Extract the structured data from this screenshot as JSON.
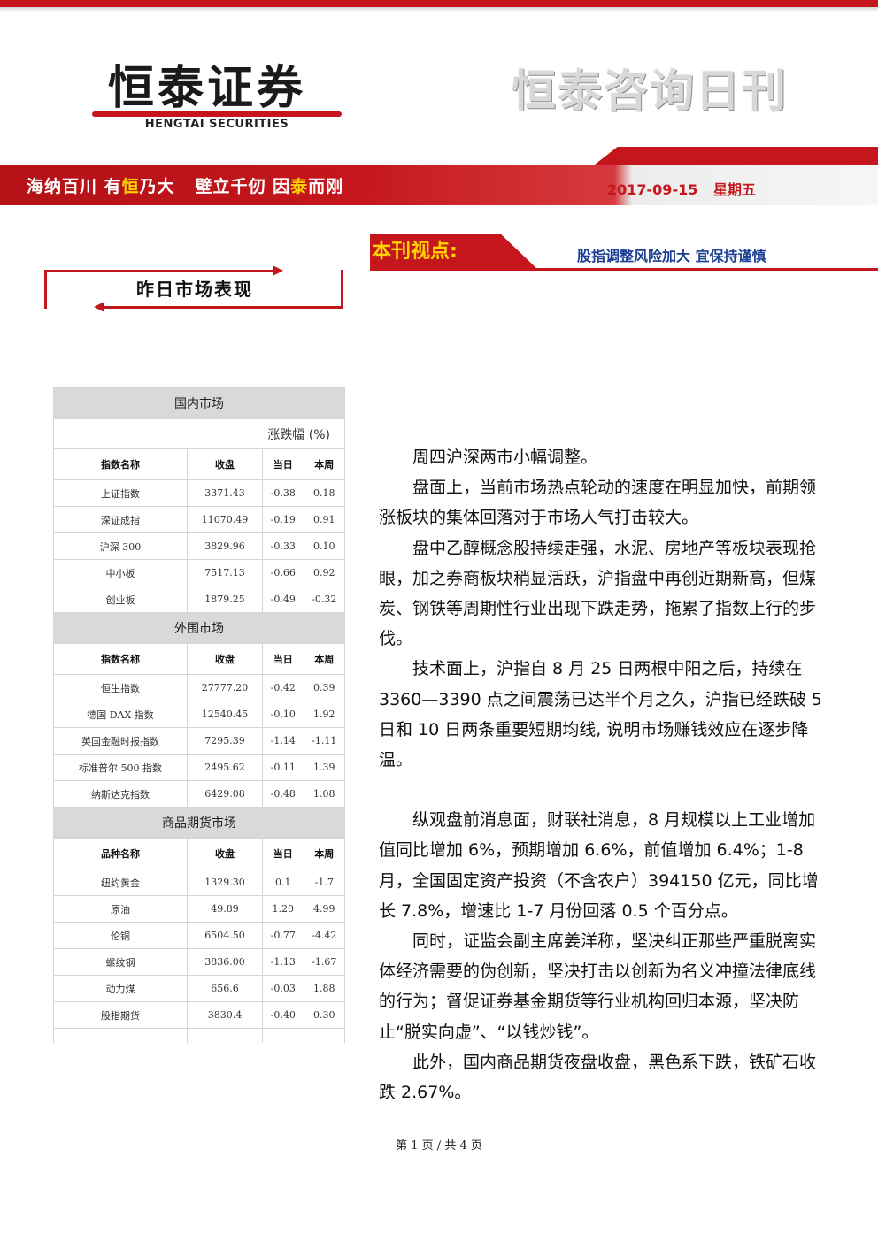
{
  "header": {
    "logo_cn": "恒泰证券",
    "logo_en": "HENGTAI SECURITIES",
    "daily_title": "恒泰咨询日刊",
    "slogan_parts": [
      "海纳百川 有",
      "恒",
      "乃大",
      "壁立千仞 因",
      "泰",
      "而刚"
    ],
    "date": "2017-09-15",
    "weekday": "星期五"
  },
  "viewpoint": {
    "label": "本刊视点:",
    "text": "股指调整风险加大 宜保持谨慎"
  },
  "section_title": "昨日市场表现",
  "market_table": {
    "unit_label": "涨跌幅 (%)",
    "groups": [
      {
        "name": "国内市场",
        "headers": [
          "指数名称",
          "收盘",
          "当日",
          "本周"
        ],
        "rows": [
          [
            "上证指数",
            "3371.43",
            "-0.38",
            "0.18"
          ],
          [
            "深证成指",
            "11070.49",
            "-0.19",
            "0.91"
          ],
          [
            "沪深 300",
            "3829.96",
            "-0.33",
            "0.10"
          ],
          [
            "中小板",
            "7517.13",
            "-0.66",
            "0.92"
          ],
          [
            "创业板",
            "1879.25",
            "-0.49",
            "-0.32"
          ]
        ]
      },
      {
        "name": "外围市场",
        "headers": [
          "指数名称",
          "收盘",
          "当日",
          "本周"
        ],
        "rows": [
          [
            "恒生指数",
            "27777.20",
            "-0.42",
            "0.39"
          ],
          [
            "德国 DAX 指数",
            "12540.45",
            "-0.10",
            "1.92"
          ],
          [
            "英国金融时报指数",
            "7295.39",
            "-1.14",
            "-1.11"
          ],
          [
            "标准普尔 500 指数",
            "2495.62",
            "-0.11",
            "1.39"
          ],
          [
            "纳斯达克指数",
            "6429.08",
            "-0.48",
            "1.08"
          ]
        ]
      },
      {
        "name": "商品期货市场",
        "headers": [
          "品种名称",
          "收盘",
          "当日",
          "本周"
        ],
        "rows": [
          [
            "纽约黄金",
            "1329.30",
            "0.1",
            "-1.7"
          ],
          [
            "原油",
            "49.89",
            "1.20",
            "4.99"
          ],
          [
            "伦铜",
            "6504.50",
            "-0.77",
            "-4.42"
          ],
          [
            "螺纹钢",
            "3836.00",
            "-1.13",
            "-1.67"
          ],
          [
            "动力煤",
            "656.6",
            "-0.03",
            "1.88"
          ],
          [
            "股指期货",
            "3830.4",
            "-0.40",
            "0.30"
          ]
        ]
      }
    ]
  },
  "article": {
    "paragraphs": [
      "周四沪深两市小幅调整。",
      "盘面上，当前市场热点轮动的速度在明显加快，前期领涨板块的集体回落对于市场人气打击较大。",
      "盘中乙醇概念股持续走强，水泥、房地产等板块表现抢眼，加之券商板块稍显活跃，沪指盘中再创近期新高，但煤炭、钢铁等周期性行业出现下跌走势，拖累了指数上行的步伐。",
      "技术面上，沪指自 8 月 25 日两根中阳之后，持续在 3360—3390 点之间震荡已达半个月之久，沪指已经跌破 5 日和 10 日两条重要短期均线, 说明市场赚钱效应在逐步降温。",
      "纵观盘前消息面，财联社消息，8 月规模以上工业增加值同比增加 6%，预期增加 6.6%，前值增加 6.4%；1-8 月，全国固定资产投资（不含农户）394150 亿元，同比增长 7.8%，增速比 1-7 月份回落 0.5 个百分点。",
      "同时，证监会副主席姜洋称，坚决纠正那些严重脱离实体经济需要的伪创新，坚决打击以创新为名义冲撞法律底线的行为；督促证券基金期货等行业机构回归本源，坚决防止“脱实向虚”、“以钱炒钱”。",
      "此外，国内商品期货夜盘收盘，黑色系下跌，铁矿石收跌 2.67%。"
    ]
  },
  "footer": {
    "page_text": "第 1 页 / 共 4 页"
  },
  "colors": {
    "brand_red": "#c4161c",
    "accent_yellow": "#ffd400",
    "viewpoint_blue": "#1c3f94"
  }
}
